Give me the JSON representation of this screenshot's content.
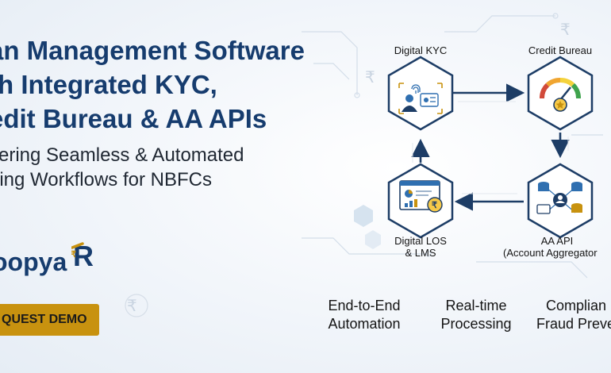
{
  "hero": {
    "headline": [
      "an Management Software",
      "th Integrated KYC,",
      "edit Bureau & AA APIs"
    ],
    "subline": [
      "vering Seamless & Automated",
      "ding Workflows for NBFCs"
    ]
  },
  "brand": {
    "logo_text": "oopya",
    "logo_mark": "R"
  },
  "cta": {
    "demo_label": "QUEST DEMO"
  },
  "diagram": {
    "nodes": [
      {
        "id": "kyc",
        "label": [
          "Digital KYC"
        ],
        "icon": "fingerprint-user-icon"
      },
      {
        "id": "bureau",
        "label": [
          "Credit Bureau"
        ],
        "icon": "credit-score-gauge-icon"
      },
      {
        "id": "aa",
        "label": [
          "AA API",
          "(Account Aggregator"
        ],
        "icon": "database-network-icon"
      },
      {
        "id": "los",
        "label": [
          "Digital LOS",
          "& LMS"
        ],
        "icon": "dashboard-rupee-icon"
      }
    ]
  },
  "features": [
    [
      "End-to-End",
      "Automation"
    ],
    [
      "Real-time",
      "Processing"
    ],
    [
      "Complian",
      "Fraud Preve"
    ]
  ],
  "colors": {
    "navy": "#163c6e",
    "gold": "#c8920f",
    "accent_blue": "#2f6fb0",
    "edge": "#1d3d66"
  }
}
